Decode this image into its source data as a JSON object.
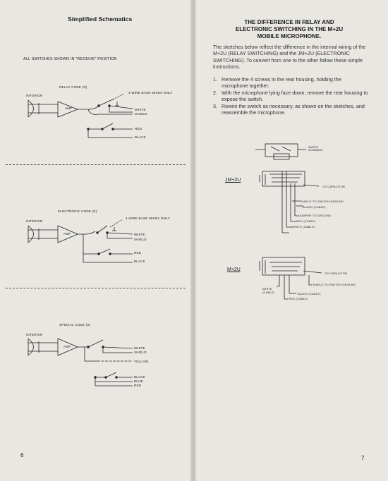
{
  "left_page": {
    "title": "Simplified Schematics",
    "all_switches_note": "ALL SWITCHES SHOWN IN \"RECEIVE\" POSITION",
    "page_number": "6",
    "diagrams": [
      {
        "code_label": "RELAY CODE (R)",
        "interior": "INTERIOR",
        "amp": "AMP",
        "base_note": "4 WIRE BASE MIKES ONLY",
        "wires_upper": [
          "WHITE",
          "SHIELD"
        ],
        "wires_lower": [
          "RED",
          "BLACK"
        ]
      },
      {
        "code_label": "ELECTRONIC CODE (E)",
        "interior": "INTERIOR",
        "amp": "AMP",
        "base_note": "4 WIRE BASE MIKES ONLY",
        "wires_upper": [
          "WHITE",
          "SHIELD"
        ],
        "wires_lower": [
          "RED",
          "BLACK"
        ]
      },
      {
        "code_label": "SPECIAL CODE (S)",
        "interior": "INTERIOR",
        "amp": "AMP",
        "wires_upper": [
          "WHITE",
          "SHIELD"
        ],
        "wire_middle": "YELLOW",
        "wires_lower": [
          "BLACK",
          "BLUE",
          "RED"
        ]
      }
    ]
  },
  "right_page": {
    "title_lines": [
      "THE DIFFERENCE IN RELAY AND",
      "ELECTRONIC SWITCHING IN THE M+2U",
      "MOBILE MICROPHONE."
    ],
    "intro": "The sketches below reflect the difference in the internal wiring of the M+2U (RELAY SWITCHING) and the JM+2U (ELECTRONIC SWITCHING). To convert from one to the other follow these simple instructions.",
    "steps": [
      {
        "n": "1.",
        "text": "Remove the 4 screws in the rear housing, holding the microphone together."
      },
      {
        "n": "2.",
        "text": "With the microphone lying face down, remove the rear housing to expose the switch."
      },
      {
        "n": "3.",
        "text": "Rewire the switch as necessary, as shown on the sketches, and reassemble the microphone."
      }
    ],
    "switch_label": [
      "SWITCH",
      "SCHEMATIC"
    ],
    "jm2u": {
      "label": "JM+2U",
      "callouts": [
        ".O2 CAPACITOR",
        "SHIELD TO SWITCH GROUND",
        "BLACK (CABLE)",
        "JUMPER TO GROUND",
        "RED (CABLE)",
        "WHITE (CABLE)"
      ]
    },
    "m2u": {
      "label": "M+2U",
      "callouts": [
        ".O2 CAPACITOR",
        "SHIELD TO SWITCH GROUND",
        "WHITE (CABLE)",
        "BLACK (CABLE)",
        "RED (CABLE)"
      ]
    },
    "page_number": "7"
  }
}
